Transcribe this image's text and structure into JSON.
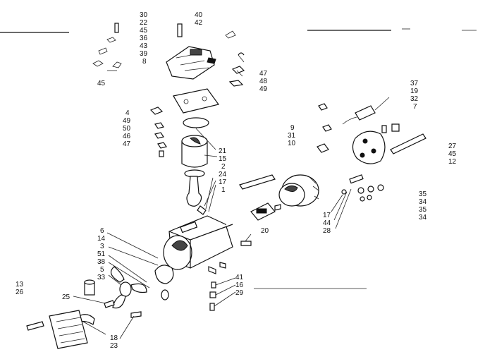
{
  "diagram": {
    "callouts": [
      {
        "id": "c-30",
        "text": "30"
      },
      {
        "id": "c-22",
        "text": "22"
      },
      {
        "id": "c-45a",
        "text": "45"
      },
      {
        "id": "c-36",
        "text": "36"
      },
      {
        "id": "c-43",
        "text": "43"
      },
      {
        "id": "c-39",
        "text": "39"
      },
      {
        "id": "c-8",
        "text": "8"
      },
      {
        "id": "c-45b",
        "text": "45"
      },
      {
        "id": "c-40",
        "text": "40"
      },
      {
        "id": "c-42",
        "text": "42"
      },
      {
        "id": "c-47a",
        "text": "47"
      },
      {
        "id": "c-48",
        "text": "48"
      },
      {
        "id": "c-49a",
        "text": "49"
      },
      {
        "id": "c-37",
        "text": "37"
      },
      {
        "id": "c-19",
        "text": "19"
      },
      {
        "id": "c-32",
        "text": "32"
      },
      {
        "id": "c-7",
        "text": "7"
      },
      {
        "id": "c-4",
        "text": "4"
      },
      {
        "id": "c-49b",
        "text": "49"
      },
      {
        "id": "c-50",
        "text": "50"
      },
      {
        "id": "c-46",
        "text": "46"
      },
      {
        "id": "c-47b",
        "text": "47"
      },
      {
        "id": "c-9",
        "text": "9"
      },
      {
        "id": "c-31",
        "text": "31"
      },
      {
        "id": "c-10",
        "text": "10"
      },
      {
        "id": "c-27",
        "text": "27"
      },
      {
        "id": "c-45c",
        "text": "45"
      },
      {
        "id": "c-12",
        "text": "12"
      },
      {
        "id": "c-21",
        "text": "21"
      },
      {
        "id": "c-15",
        "text": "15"
      },
      {
        "id": "c-2",
        "text": "2"
      },
      {
        "id": "c-24",
        "text": "24"
      },
      {
        "id": "c-17a",
        "text": "17"
      },
      {
        "id": "c-1",
        "text": "1"
      },
      {
        "id": "c-35a",
        "text": "35"
      },
      {
        "id": "c-34a",
        "text": "34"
      },
      {
        "id": "c-35b",
        "text": "35"
      },
      {
        "id": "c-34b",
        "text": "34"
      },
      {
        "id": "c-17b",
        "text": "17"
      },
      {
        "id": "c-44",
        "text": "44"
      },
      {
        "id": "c-28",
        "text": "28"
      },
      {
        "id": "c-20",
        "text": "20"
      },
      {
        "id": "c-6",
        "text": "6"
      },
      {
        "id": "c-14",
        "text": "14"
      },
      {
        "id": "c-3",
        "text": "3"
      },
      {
        "id": "c-51",
        "text": "51"
      },
      {
        "id": "c-38",
        "text": "38"
      },
      {
        "id": "c-5",
        "text": "5"
      },
      {
        "id": "c-33",
        "text": "33"
      },
      {
        "id": "c-13",
        "text": "13"
      },
      {
        "id": "c-26",
        "text": "26"
      },
      {
        "id": "c-25",
        "text": "25"
      },
      {
        "id": "c-41",
        "text": "41"
      },
      {
        "id": "c-16",
        "text": "16"
      },
      {
        "id": "c-29",
        "text": "29"
      },
      {
        "id": "c-18",
        "text": "18"
      },
      {
        "id": "c-23",
        "text": "23"
      }
    ]
  }
}
